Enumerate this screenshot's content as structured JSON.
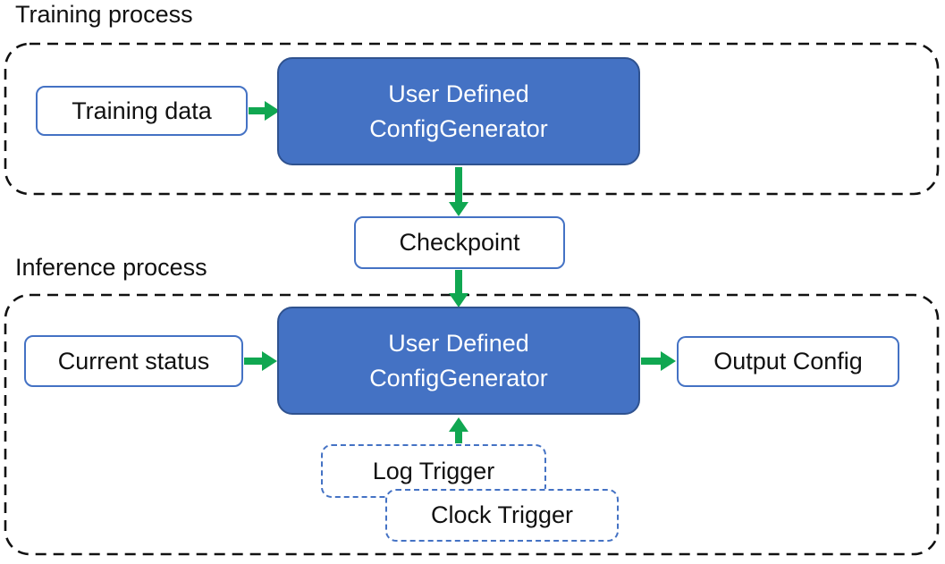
{
  "colors": {
    "generator_fill": "#4472C4",
    "generator_border": "#2F528F",
    "white_box_border": "#4472C4",
    "trigger_dash_border": "#4472C4",
    "arrow_green": "#10A751",
    "container_dash": "#111111",
    "text_dark": "#111111",
    "text_on_blue": "#ffffff"
  },
  "training_section": {
    "title": "Training process",
    "training_data_label": "Training data",
    "generator_line1": "User Defined",
    "generator_line2": "ConfigGenerator"
  },
  "checkpoint": {
    "label": "Checkpoint"
  },
  "inference_section": {
    "title": "Inference process",
    "current_status_label": "Current status",
    "generator_line1": "User Defined",
    "generator_line2": "ConfigGenerator",
    "output_config_label": "Output Config",
    "log_trigger_label": "Log Trigger",
    "clock_trigger_label": "Clock Trigger"
  }
}
